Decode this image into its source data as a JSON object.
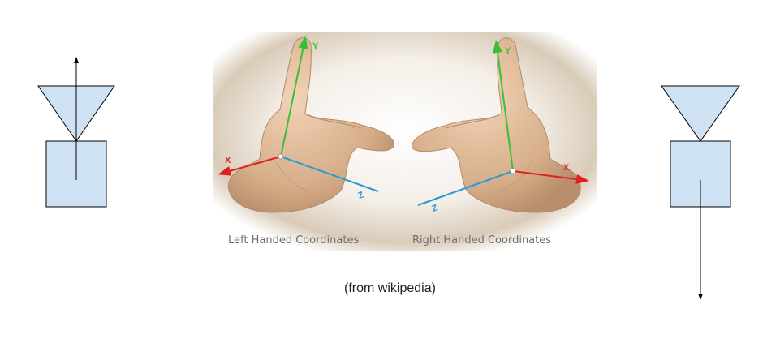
{
  "photo": {
    "left_label": "Left Handed Coordinates",
    "right_label": "Right Handed Coordinates",
    "left_axes": {
      "x": "X",
      "y": "Y",
      "z": "Z"
    },
    "right_axes": {
      "x": "X",
      "y": "Y",
      "z": "Z"
    }
  },
  "caption": "(from wikipedia)",
  "colors": {
    "shape_fill": "#cfe2f3",
    "shape_stroke": "#000000",
    "axis_x": "#e02020",
    "axis_y": "#37c037",
    "axis_z": "#2a9ad6",
    "skin": "#dcb594"
  }
}
